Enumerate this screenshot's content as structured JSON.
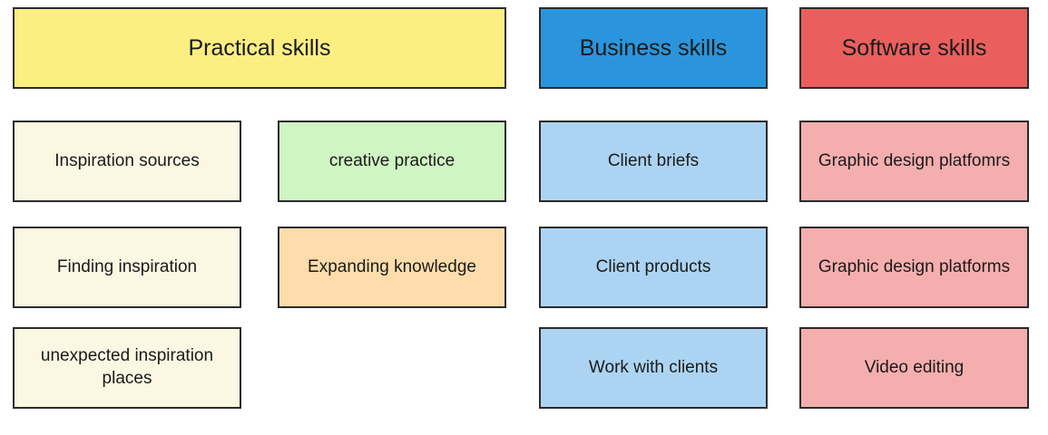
{
  "colors": {
    "practical_header": "#fbef82",
    "business_header": "#2a95dc",
    "software_header": "#ea5f5d",
    "inspiration_card": "#fbf7e2",
    "creative_card": "#cff5c2",
    "knowledge_card": "#fedcab",
    "business_card": "#acd4f2",
    "software_card": "#f5aeae"
  },
  "headers": {
    "practical": "Practical skills",
    "business": "Business skills",
    "software": "Software skills"
  },
  "practical": {
    "inspiration_sources": "Inspiration sources",
    "creative_practice": "creative practice",
    "finding_inspiration": "Finding inspiration",
    "expanding_knowledge": "Expanding knowledge",
    "unexpected_places": "unexpected inspiration places"
  },
  "business": {
    "client_briefs": "Client briefs",
    "client_products": "Client products",
    "work_with_clients": "Work with clients"
  },
  "software": {
    "graphic_design_platfomrs": "Graphic design platfomrs",
    "graphic_design_platforms": "Graphic design platforms",
    "video_editing": "Video editing"
  }
}
